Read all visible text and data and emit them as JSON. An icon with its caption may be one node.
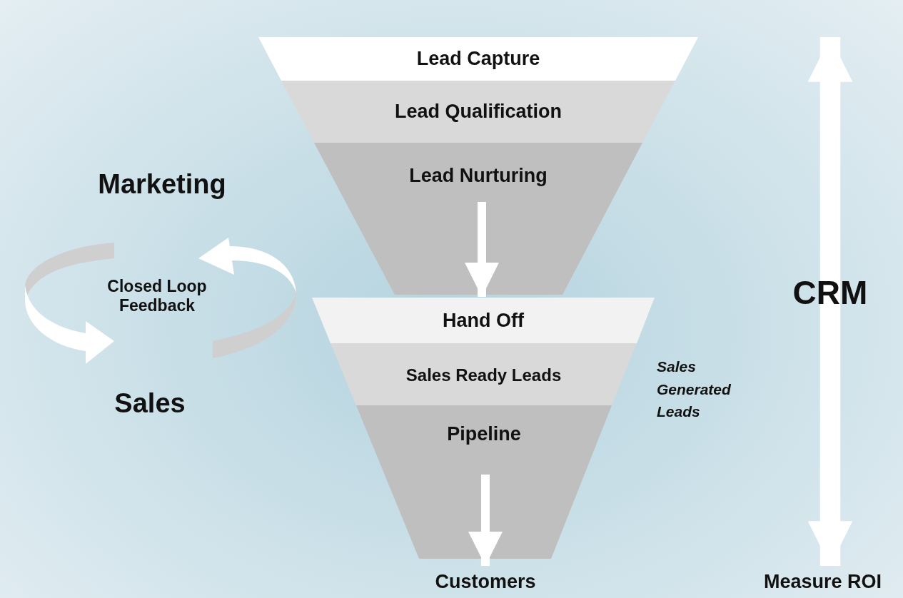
{
  "diagram": {
    "nodes": [
      {
        "text": [
          "Lead Capture"
        ]
      },
      {
        "text": [
          "Lead Qualification"
        ]
      },
      {
        "text": [
          "Lead Nurturing"
        ]
      },
      {
        "text": [
          "Hand Off"
        ]
      },
      {
        "text": [
          "Sales Ready Leads"
        ]
      },
      {
        "text": [
          "Pipeline"
        ]
      },
      {
        "text": [
          "Customers"
        ]
      },
      {
        "text": [
          "Measure ROI"
        ]
      }
    ],
    "edges": [
      {
        "from": 2,
        "to": 3,
        "arrow": "to"
      },
      {
        "from": 5,
        "to": 6,
        "arrow": "to"
      },
      {
        "from": null,
        "to": 7,
        "arrow": "both",
        "style": "thick"
      }
    ],
    "labels": [
      "Marketing",
      "Closed Loop Feedback",
      "Sales",
      "CRM",
      "Sales Generated Leads"
    ]
  }
}
